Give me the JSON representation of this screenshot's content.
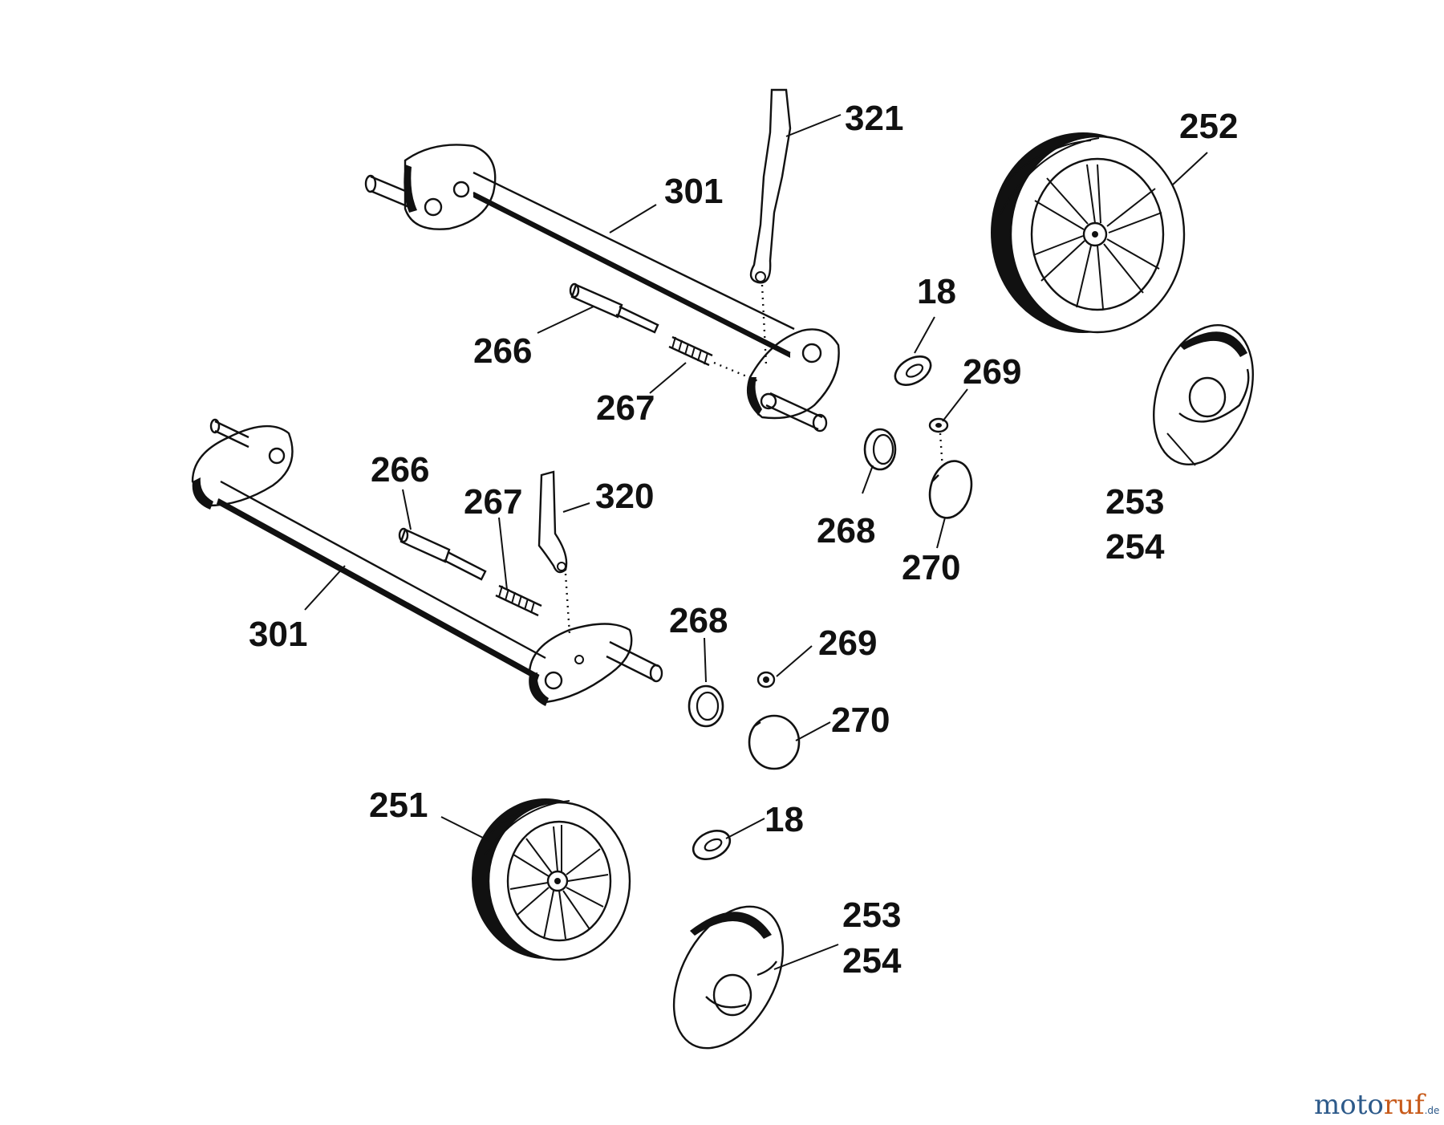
{
  "labels": {
    "p321": "321",
    "p252": "252",
    "p301_top": "301",
    "p18_top": "18",
    "p266_top": "266",
    "p269_top": "269",
    "p267_top": "267",
    "p266_bot": "266",
    "p267_bot": "267",
    "p320": "320",
    "p268_top": "268",
    "p270_top": "270",
    "p253_top": "253",
    "p254_top": "254",
    "p301_bot": "301",
    "p268_bot": "268",
    "p269_bot": "269",
    "p270_bot": "270",
    "p251": "251",
    "p18_bot": "18",
    "p253_bot": "253",
    "p254_bot": "254"
  },
  "watermark": {
    "part1": "moto",
    "part2": "ruf",
    "suffix": ".de"
  }
}
